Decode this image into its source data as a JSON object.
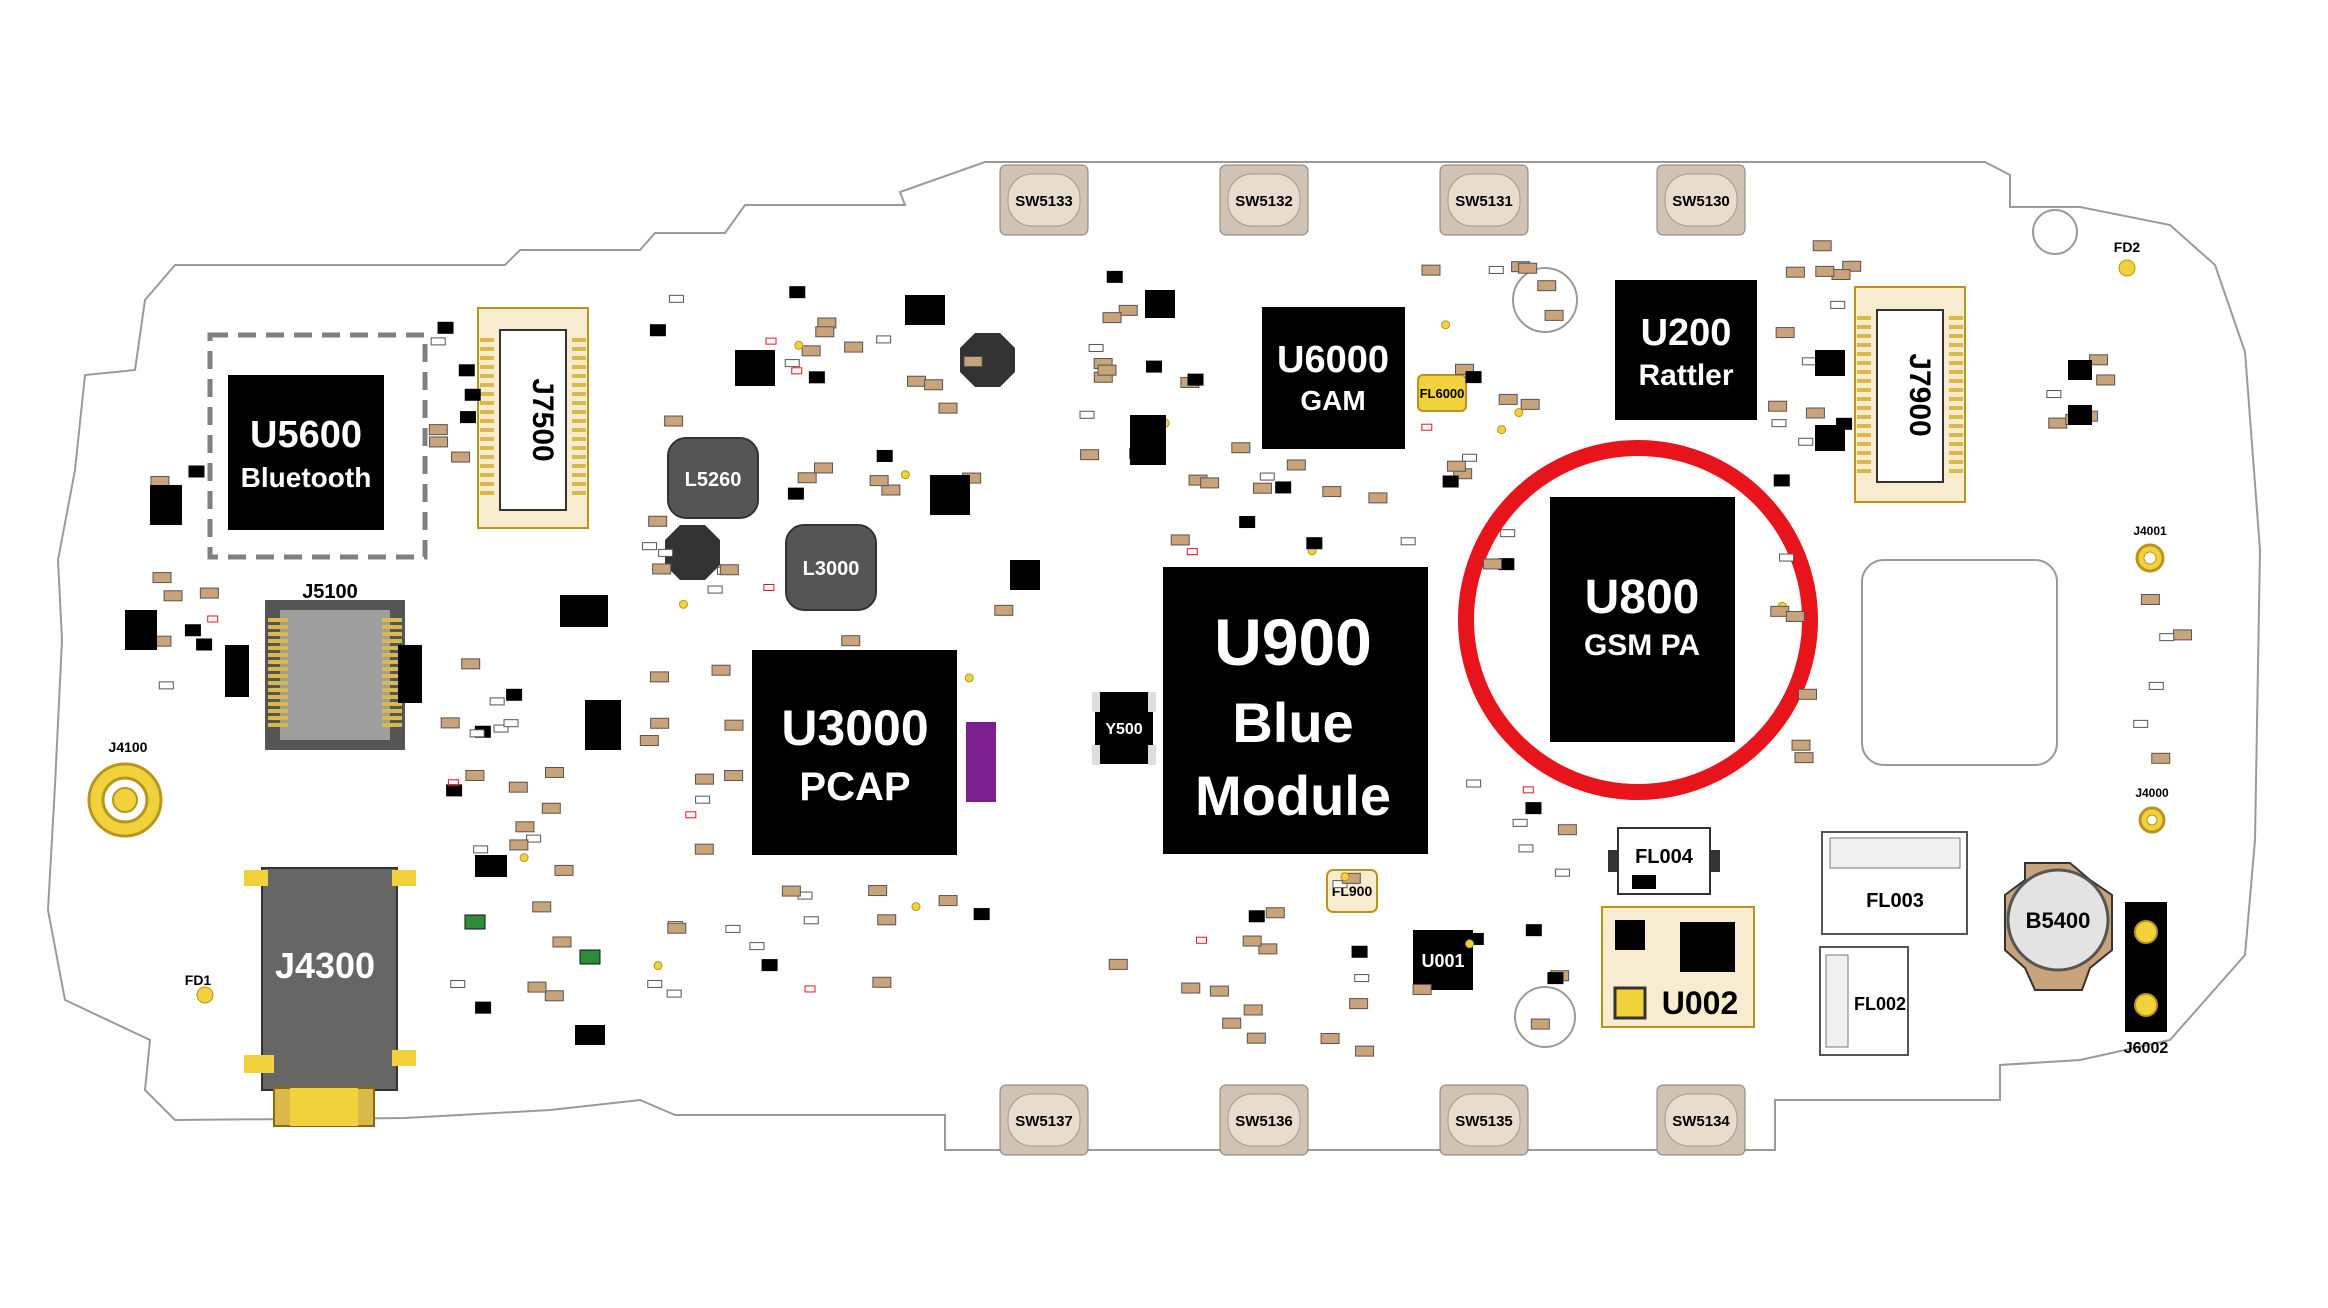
{
  "colors": {
    "background": "#ffffff",
    "board_outline": "#9a9a9a",
    "chip_fill": "#000000",
    "chip_text": "#ffffff",
    "highlight_ring": "#e8141b",
    "gold_pad": "#f2d23c",
    "gold_dark": "#b8951b",
    "button_fill": "#e3d8cc",
    "button_outline": "#8a7f73",
    "component_brown": "#c9a37a",
    "component_gray": "#555555",
    "purple_part": "#7b1f8e",
    "green_part": "#2e8b3a",
    "shield_dash": "#808080"
  },
  "chips": {
    "u5600": {
      "name": "U5600",
      "desc": "Bluetooth"
    },
    "u3000": {
      "name": "U3000",
      "desc": "PCAP"
    },
    "u900": {
      "name": "U900",
      "desc1": "Blue",
      "desc2": "Module"
    },
    "u6000": {
      "name": "U6000",
      "desc": "GAM"
    },
    "u200": {
      "name": "U200",
      "desc": "Rattler"
    },
    "u800": {
      "name": "U800",
      "desc": "GSM PA"
    },
    "u001": {
      "name": "U001"
    },
    "u002": {
      "name": "U002"
    }
  },
  "connectors": {
    "j7500": "J7500",
    "j7900": "J7900",
    "j5100": "J5100",
    "j4300": "J4300",
    "j4100": "J4100",
    "j4001": "J4001",
    "j4000": "J4000",
    "j6002": "J6002"
  },
  "switches": {
    "top": [
      "SW5133",
      "SW5132",
      "SW5131",
      "SW5130"
    ],
    "bottom": [
      "SW5137",
      "SW5136",
      "SW5135",
      "SW5134"
    ]
  },
  "inductors": {
    "l5260": "L5260",
    "l3000": "L3000"
  },
  "filters": {
    "fl6000": "FL6000",
    "fl900": "FL900",
    "fl004": "FL004",
    "fl003": "FL003",
    "fl002": "FL002"
  },
  "misc": {
    "y500": "Y500",
    "b5400": "B5400",
    "fd1": "FD1",
    "fd2": "FD2"
  }
}
